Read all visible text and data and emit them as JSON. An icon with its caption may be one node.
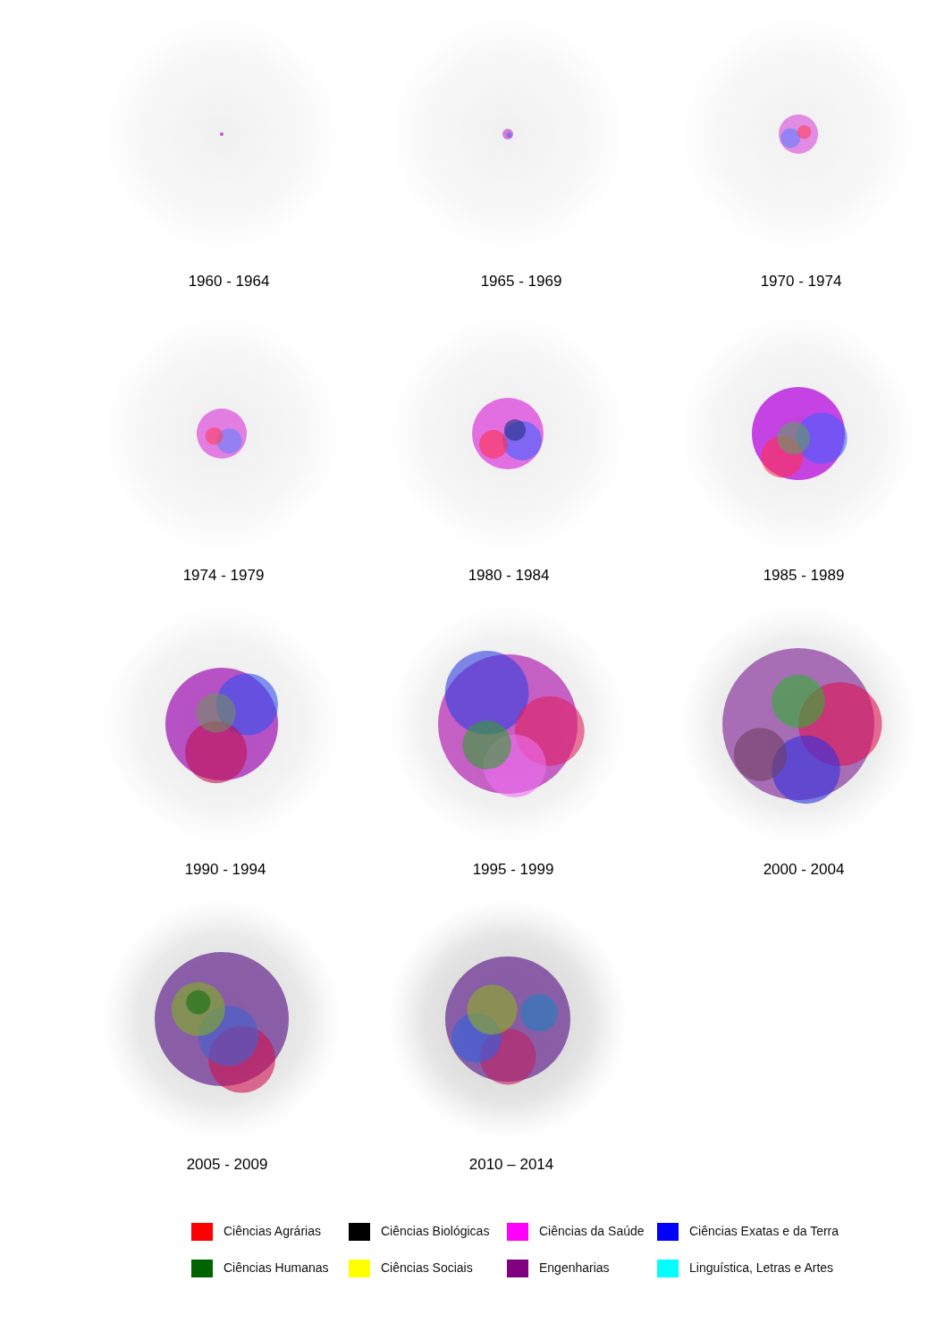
{
  "diagram": {
    "labels": [
      "1960 - 1964",
      "1965 - 1969",
      "1970 - 1974",
      "1974 - 1979",
      "1980 - 1984",
      "1985 - 1989",
      "1990 - 1994",
      "1995 - 1999",
      "2000 - 2004",
      "2005 - 2009",
      "2010 – 2014"
    ],
    "legend": [
      {
        "text": "Ciências Agrárias",
        "color": "#ff0000"
      },
      {
        "text": "Ciências Biológicas",
        "color": "#000000"
      },
      {
        "text": "Ciências da Saúde",
        "color": "#ff00ff"
      },
      {
        "text": "Ciências Exatas e da Terra",
        "color": "#0000ff"
      },
      {
        "text": "Ciências Humanas",
        "color": "#006400"
      },
      {
        "text": "Ciências Sociais",
        "color": "#ffff00"
      },
      {
        "text": "Engenharias",
        "color": "#800080"
      },
      {
        "text": "Linguística, Letras e Artes",
        "color": "#00ffff"
      }
    ]
  }
}
